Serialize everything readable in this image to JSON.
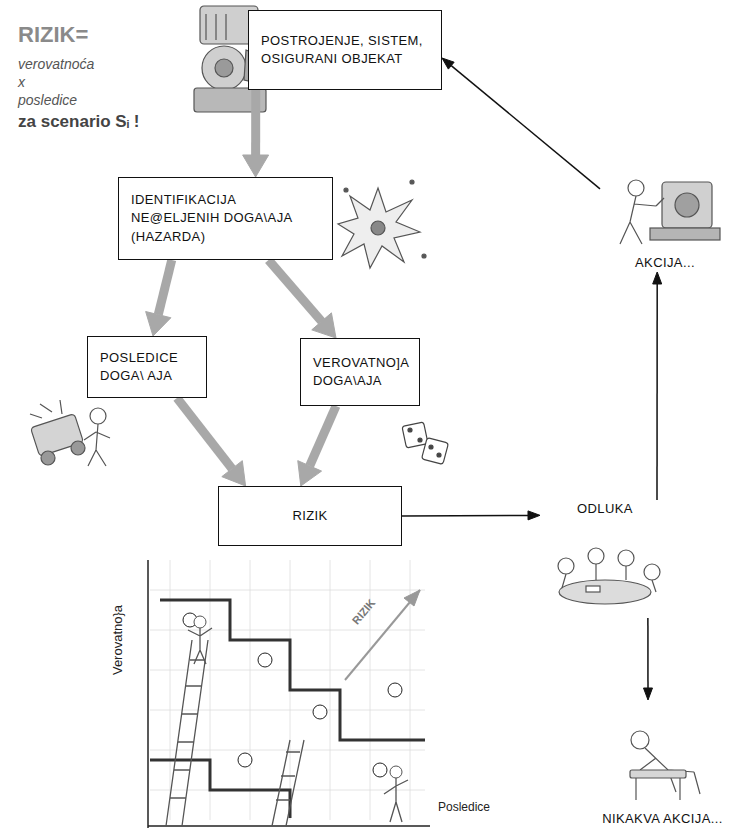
{
  "diagram": {
    "nodes": [
      {
        "text": [
          "POSTROJENJE, SISTEM, OSIGURANI OBJEKAT"
        ]
      },
      {
        "text": [
          "IDENTIFIKACIJA NE@ELJENIH DOGA\\AJA (HAZARDA)"
        ]
      },
      {
        "text": [
          "POSLEDICE DOGA\\ AJA"
        ]
      },
      {
        "text": [
          "VEROVATNO]A DOGA\\AJA"
        ]
      },
      {
        "text": [
          "RIZIK"
        ]
      },
      {
        "text": [
          "ODLUKA"
        ]
      },
      {
        "text": [
          "AKCIJA..."
        ]
      },
      {
        "text": [
          "NIKAKVA AKCIJA..."
        ]
      }
    ],
    "edges": [
      {
        "from": 0,
        "to": 1,
        "arrow": "to"
      },
      {
        "from": 1,
        "to": 2,
        "arrow": "to"
      },
      {
        "from": 1,
        "to": 3,
        "arrow": "to"
      },
      {
        "from": 2,
        "to": 4,
        "arrow": "to"
      },
      {
        "from": 3,
        "to": 4,
        "arrow": "to"
      },
      {
        "from": 4,
        "to": 5,
        "arrow": "to"
      },
      {
        "from": 5,
        "to": 6,
        "arrow": "to"
      },
      {
        "from": 6,
        "to": 0,
        "arrow": "to"
      },
      {
        "from": 5,
        "to": 7,
        "arrow": "to"
      }
    ],
    "labels": [
      "RIZIK=",
      "verovatnoća",
      "x",
      "posledice",
      "za scenario Sᵢ !",
      "Verovatno}a",
      "RIZIK",
      "Posledice"
    ]
  }
}
